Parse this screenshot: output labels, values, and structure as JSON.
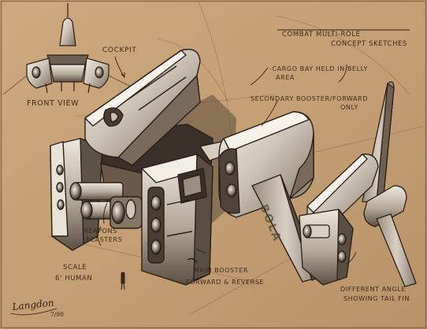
{
  "artwork": {
    "colors": {
      "paper": "#c49f75",
      "paper_light": "#d3b08a",
      "paper_dark": "#a9865d",
      "ink": "#2b1f16",
      "shade": "#6a5848",
      "shade_dark": "#3b3029",
      "metal_light": "#ece6db",
      "metal_mid": "#b9ad9e",
      "highlight": "#f7f2ea"
    },
    "notes": {
      "front_view": "FRONT VIEW",
      "cockpit": "COCKPIT",
      "title_line1": "COMBAT MULTI-ROLE",
      "title_line2": "CONCEPT SKETCHES",
      "cargo_line1": "-CARGO BAY HELD IN BELLY",
      "cargo_line2": "AREA",
      "secondary_line1": "SECONDARY BOOSTER/FORWARD",
      "secondary_line2": "ONLY",
      "weapons_line1": "WEAPONS",
      "weapons_line2": "-BLASTERS",
      "scale_line1": "SCALE",
      "scale_line2": "6' HUMAN",
      "main_booster_line1": "MAIN BOOSTER",
      "main_booster_line2": "FORWARD & REVERSE",
      "angle_line1": "DIFFERENT ANGLE",
      "angle_line2": "SHOWING TAIL FIN",
      "signature": "Langdon",
      "date": "7/98"
    }
  }
}
